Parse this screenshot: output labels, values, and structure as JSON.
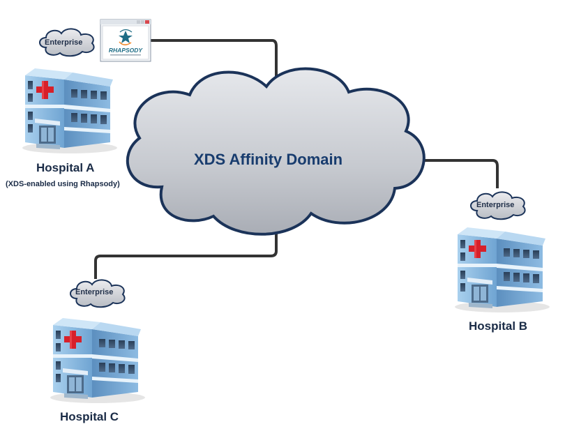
{
  "domain_cloud": {
    "label": "XDS Affinity Domain"
  },
  "enterprise_label": "Enterprise",
  "hospitals": [
    {
      "name": "Hospital A",
      "note": "(XDS-enabled using Rhapsody)"
    },
    {
      "name": "Hospital B"
    },
    {
      "name": "Hospital C"
    }
  ],
  "rhapsody": {
    "logo_text": "RHAPSODY"
  },
  "colors": {
    "cloud_fill": "#c9ccd2",
    "cloud_stroke": "#1b3359",
    "small_cloud_fill": "#d3d6dc",
    "connector": "#333333",
    "building_blue": "#7fb0d8",
    "cross_red": "#d7202a"
  }
}
